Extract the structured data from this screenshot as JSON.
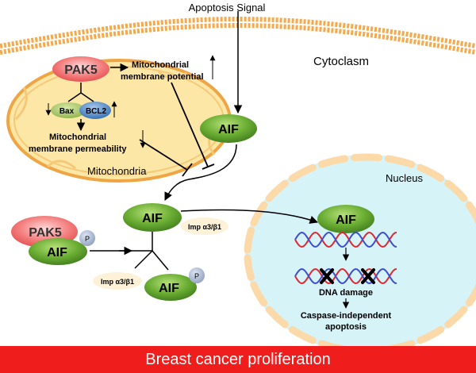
{
  "labels": {
    "apoptosis_signal": "Apoptosis Signal",
    "cytoplasm": "Cytoclasm",
    "mitochondria": "Mitochondria",
    "nucleus": "Nucleus",
    "mito_potential_line1": "Mitochondrial",
    "mito_potential_line2": "membrane potential",
    "mito_perm_line1": "Mitochondrial",
    "mito_perm_line2": "membrane permeability",
    "bax": "Bax",
    "bcl2": "BCL2",
    "pak5": "PAK5",
    "aif": "AIF",
    "phospho": "P",
    "imp": "Imp α3/β1",
    "dna_damage": "DNA damage",
    "caspase_line1": "Caspase-independent",
    "caspase_line2": "apoptosis"
  },
  "banner": {
    "text": "Breast cancer proliferation"
  },
  "colors": {
    "membrane": "#f5a94a",
    "mito_fill": "#fde7a6",
    "nucleus_fill": "#d6f3f8",
    "aif_green": "#63a92e",
    "pak5_red": "#f06262",
    "bcl2_blue": "#4a86c6",
    "imp_fill": "#fdf2d8",
    "dna_red": "#e8242c",
    "dna_blue": "#3a4fcf",
    "banner": "#f01d1d"
  }
}
